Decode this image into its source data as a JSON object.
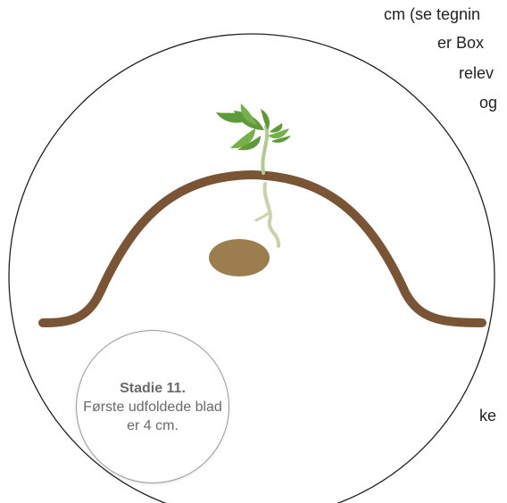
{
  "background_text": {
    "line1": "cm (se tegnin",
    "line2": "er Box",
    "line3": "relev",
    "line4": "og",
    "line5": "ke"
  },
  "stage": {
    "title": "Stadie 11.",
    "description": "Første udfoldede blad er 4 cm."
  },
  "colors": {
    "soil": "#7a5535",
    "seed": "#9c7d4e",
    "root": "#c9d2a8",
    "stem": "#b5c98c",
    "leaf": "#5e9a3a",
    "leaf_light": "#76b04a",
    "circle_border": "#222222",
    "label_text": "#6a6a6a"
  }
}
